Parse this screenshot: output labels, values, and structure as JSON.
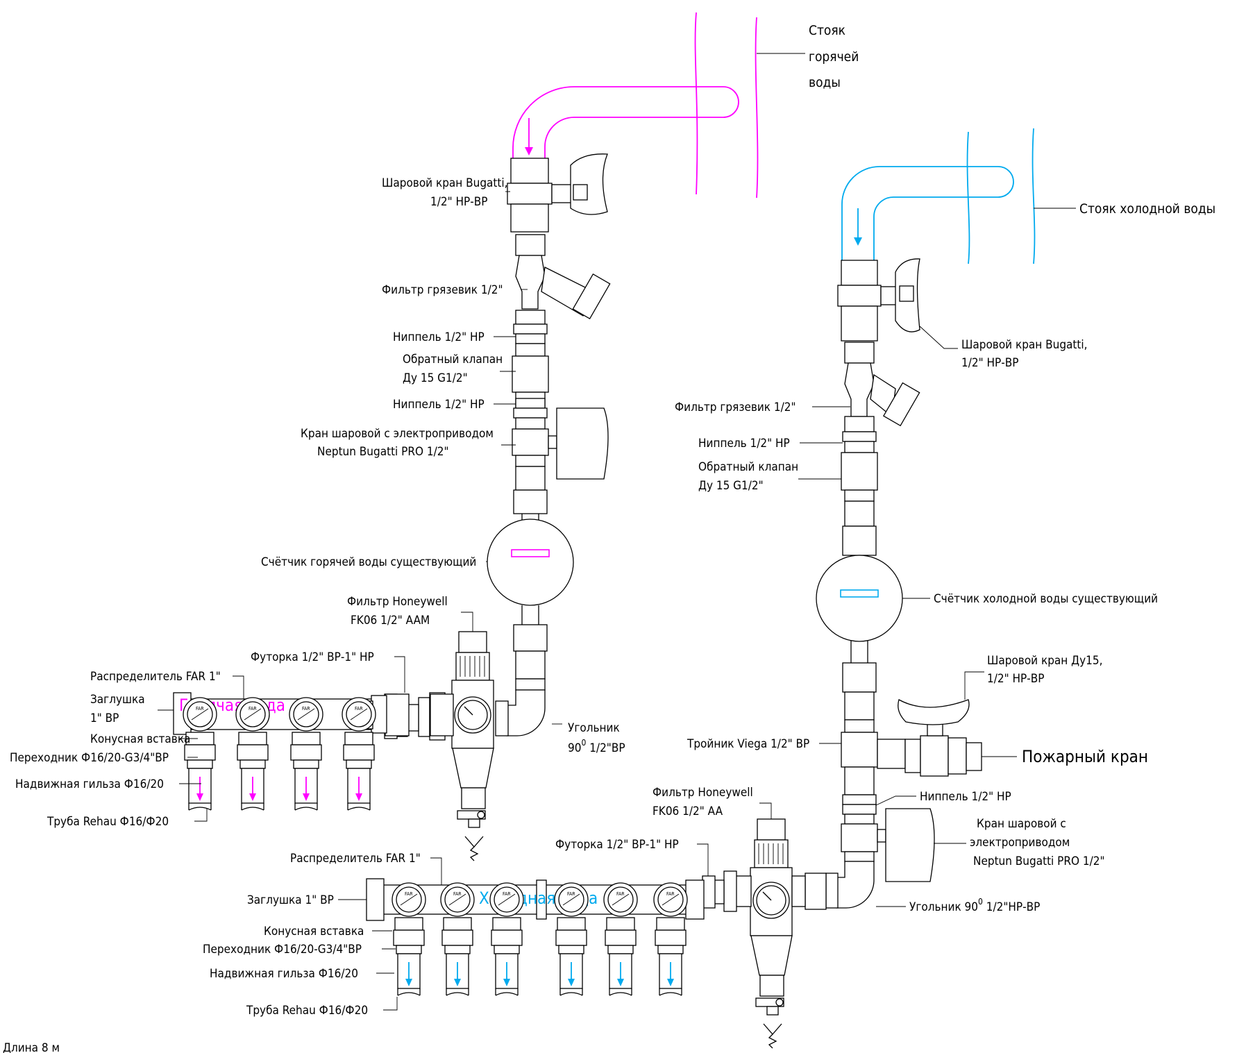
{
  "hot_riser_label": [
    "Стояк",
    "горячей",
    "воды"
  ],
  "cold_riser_label": "Стояк холодной воды",
  "fire_valve_label": "Пожарный кран",
  "hot_line": {
    "ball_valve": [
      "Шаровой кран Bugatti,",
      "1/2\" НР-ВР"
    ],
    "strainer": "Фильтр грязевик 1/2\"",
    "nipple_1": "Ниппель 1/2\" НР",
    "check_valve": [
      "Обратный клапан",
      "Ду 15 G1/2\""
    ],
    "nipple_2": "Ниппель 1/2\" НР",
    "motor_valve": [
      "Кран шаровой с электроприводом",
      "Neptun Bugatti PRO 1/2\""
    ],
    "meter": "Счётчик горячей воды существующий",
    "honeywell": [
      "Фильтр Honeywell",
      "FK06 1/2\" AAM"
    ],
    "bushing": "Футорка 1/2\" ВР-1\" НР",
    "manifold": "Распределитель FAR 1\"",
    "plug": [
      "Заглушка",
      "1\" ВР"
    ],
    "cone_insert": "Конусная вставка",
    "adapter": "Переходник Ф16/20-G3/4\"ВР",
    "sleeve": "Надвижная гильза Ф16/20",
    "pipe": "Труба Rehau Ф16/Ф20",
    "elbow": [
      "Угольник",
      "90",
      "0",
      " 1/2\"ВР"
    ],
    "manifold_text": "Горячая вода"
  },
  "cold_line": {
    "ball_valve": [
      "Шаровой кран Bugatti,",
      "1/2\" НР-ВР"
    ],
    "strainer": "Фильтр грязевик 1/2\"",
    "nipple_1": "Ниппель 1/2\" НР",
    "check_valve": [
      "Обратный клапан",
      "Ду 15 G1/2\""
    ],
    "meter": "Счётчик холодной воды существующий",
    "ball_valve_du15": [
      "Шаровой кран Ду15,",
      "1/2\" НР-ВР"
    ],
    "tee": "Тройник Viega 1/2\" ВР",
    "nipple_2": "Ниппель 1/2\" НР",
    "motor_valve": [
      "Кран шаровой с",
      "электроприводом",
      "Neptun Bugatti PRO 1/2\""
    ],
    "honeywell": [
      "Фильтр Honeywell",
      "FK06 1/2\" AA"
    ],
    "bushing": "Футорка 1/2\" ВР-1\" НР",
    "manifold": "Распределитель FAR 1\"",
    "plug": "Заглушка 1\" ВР",
    "cone_insert": "Конусная вставка",
    "adapter": "Переходник Ф16/20-G3/4\"ВР",
    "sleeve": "Надвижная гильза Ф16/20",
    "pipe": "Труба Rehau Ф16/Ф20",
    "elbow": [
      "Угольник 90",
      "0",
      " 1/2\"НР-ВР"
    ],
    "manifold_text": "Холодная вода"
  },
  "far_mark": "FAR",
  "footer_note": "Длина 8 м"
}
